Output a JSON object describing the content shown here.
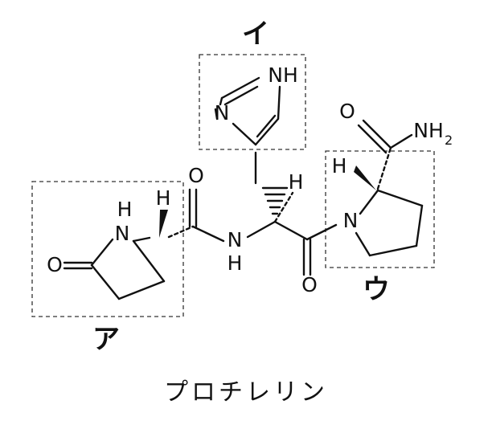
{
  "caption": "プロチレリン",
  "regions": {
    "left": "ア",
    "top": "イ",
    "right": "ウ"
  },
  "atoms": {
    "O": "O",
    "N": "N",
    "H": "H",
    "NH": "NH",
    "NH2_main": "NH",
    "NH2_sub": "2"
  }
}
